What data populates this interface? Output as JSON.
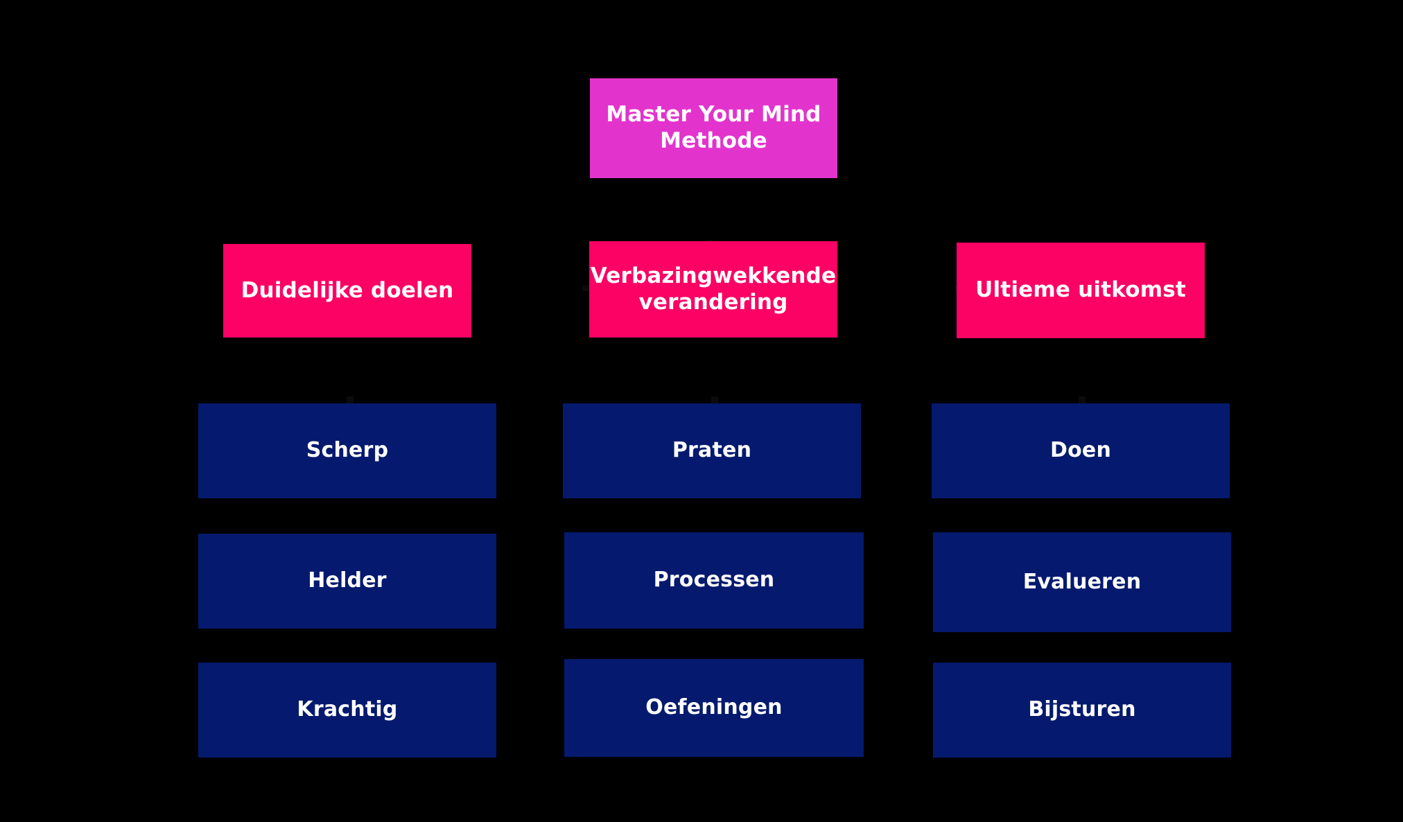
{
  "diagram": {
    "background_color": "#000000",
    "title_node": {
      "id": "root",
      "label": "Master Your Mind Methode",
      "color": "#e234cc",
      "text_color": "#ffffff"
    },
    "branch_color": "#fb0264",
    "leaf_color": "#051a6e",
    "columns": [
      {
        "id": "column-1",
        "branch": {
          "id": "branch-1",
          "label": "Duidelijke doelen"
        },
        "leaves": [
          {
            "id": "leaf-1-1",
            "label": "Scherp"
          },
          {
            "id": "leaf-1-2",
            "label": "Helder"
          },
          {
            "id": "leaf-1-3",
            "label": "Krachtig"
          }
        ]
      },
      {
        "id": "column-2",
        "branch": {
          "id": "branch-2",
          "label": "Verbazingwekkende verandering"
        },
        "leaves": [
          {
            "id": "leaf-2-1",
            "label": "Praten"
          },
          {
            "id": "leaf-2-2",
            "label": "Processen"
          },
          {
            "id": "leaf-2-3",
            "label": "Oefeningen"
          }
        ]
      },
      {
        "id": "column-3",
        "branch": {
          "id": "branch-3",
          "label": "Ultieme uitkomst"
        },
        "leaves": [
          {
            "id": "leaf-3-1",
            "label": "Doen"
          },
          {
            "id": "leaf-3-2",
            "label": "Evalueren"
          },
          {
            "id": "leaf-3-3",
            "label": "Bijsturen"
          }
        ]
      }
    ]
  }
}
